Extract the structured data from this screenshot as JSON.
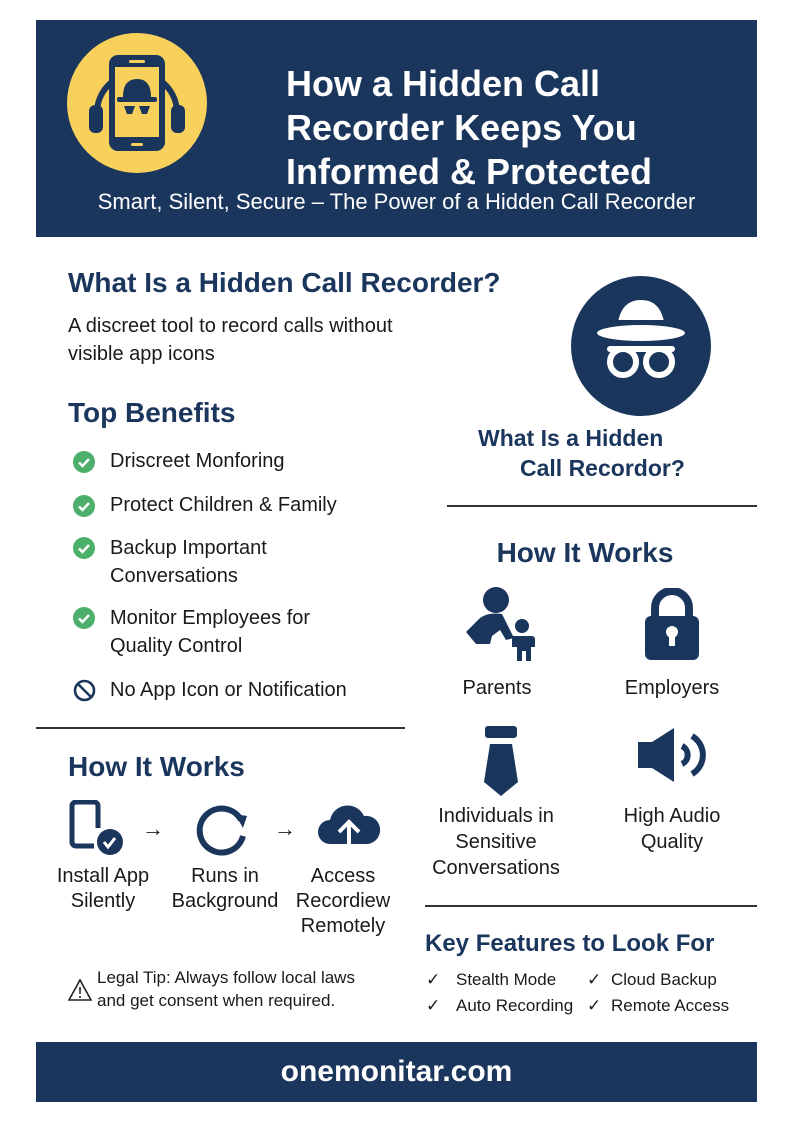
{
  "header": {
    "title_lines": [
      "How a Hidden Call",
      "Recorder Keeps You",
      "Informed & Protected"
    ],
    "subtitle": "Smart, Silent, Secure – The Power of a Hidden Call Recorder"
  },
  "what_is": {
    "heading": "What Is a Hidden Call Recorder?",
    "description_lines": [
      "A discreet tool to record calls without",
      "visible app icons"
    ],
    "caption_lines": [
      "What Is a Hidden",
      "Call Recordor?"
    ]
  },
  "benefits": {
    "heading": "Top Benefits",
    "items": [
      {
        "lines": [
          "Driscreet Monforing"
        ],
        "icon": "check-circle-icon"
      },
      {
        "lines": [
          "Protect Children & Family"
        ],
        "icon": "check-circle-icon"
      },
      {
        "lines": [
          "Backup Important",
          "Conversations"
        ],
        "icon": "check-circle-icon"
      },
      {
        "lines": [
          "Monitor Employees for",
          "Quality Control"
        ],
        "icon": "check-circle-icon"
      },
      {
        "lines": [
          "No App Icon or Notification"
        ],
        "icon": "prohibited-icon"
      }
    ]
  },
  "how_it_works_left": {
    "heading": "How It Works",
    "steps": [
      {
        "lines": [
          "Install App",
          "Silently"
        ],
        "icon": "phone-check-icon"
      },
      {
        "lines": [
          "Runs in",
          "Background"
        ],
        "icon": "refresh-icon"
      },
      {
        "lines": [
          "Access",
          "Recordiew",
          "Remotely"
        ],
        "icon": "cloud-upload-icon"
      }
    ],
    "arrow": "→",
    "legal_tip_lines": [
      "Legal Tip:  Always follow local laws",
      "and get consent when required."
    ]
  },
  "how_it_works_right": {
    "heading": "How It Works",
    "items": [
      {
        "lines": [
          "Parents"
        ],
        "icon": "parent-child-icon"
      },
      {
        "lines": [
          "Employers"
        ],
        "icon": "lock-icon"
      },
      {
        "lines": [
          "Individuals in",
          "Sensitive",
          "Conversations"
        ],
        "icon": "tie-icon"
      },
      {
        "lines": [
          "High Audio",
          "Quality"
        ],
        "icon": "speaker-icon"
      }
    ]
  },
  "key_features": {
    "heading": "Key Features to Look For",
    "check": "✓",
    "items": [
      "Stealth Mode",
      "Cloud Backup",
      "Auto Recording",
      "Remote Access"
    ]
  },
  "footer": {
    "site": "onemonitar.com"
  },
  "colors": {
    "navy": "#1b365d",
    "yellow": "#f8d15c",
    "green": "#4caf6a"
  }
}
